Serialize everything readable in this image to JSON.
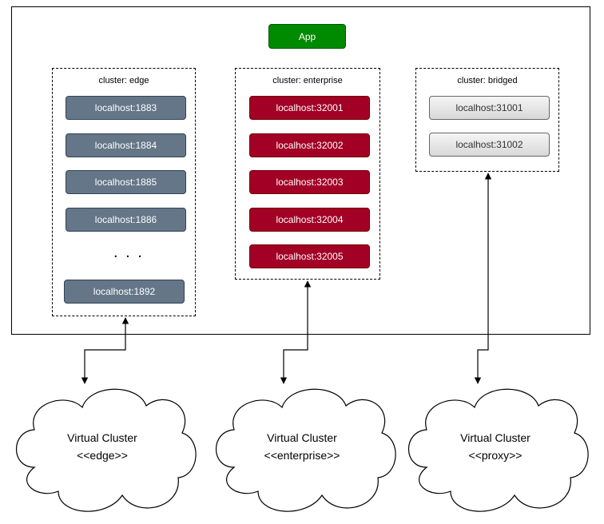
{
  "app": {
    "label": "App"
  },
  "clusters": {
    "edge": {
      "label": "cluster: edge",
      "nodes": [
        "localhost:1883",
        "localhost:1884",
        "localhost:1885",
        "localhost:1886"
      ],
      "ellipsis": ". . .",
      "last_node": "localhost:1892",
      "color": "#647687"
    },
    "enterprise": {
      "label": "cluster: enterprise",
      "nodes": [
        "localhost:32001",
        "localhost:32002",
        "localhost:32003",
        "localhost:32004",
        "localhost:32005"
      ],
      "color": "#a20025"
    },
    "bridged": {
      "label": "cluster: bridged",
      "nodes": [
        "localhost:31001",
        "localhost:31002"
      ],
      "color": "#e0e0e0"
    }
  },
  "virtual_clusters": [
    {
      "title": "Virtual Cluster",
      "kind": "<<edge>>"
    },
    {
      "title": "Virtual Cluster",
      "kind": "<<enterprise>>"
    },
    {
      "title": "Virtual Cluster",
      "kind": "<<proxy>>"
    }
  ],
  "app_color": "#008a00"
}
